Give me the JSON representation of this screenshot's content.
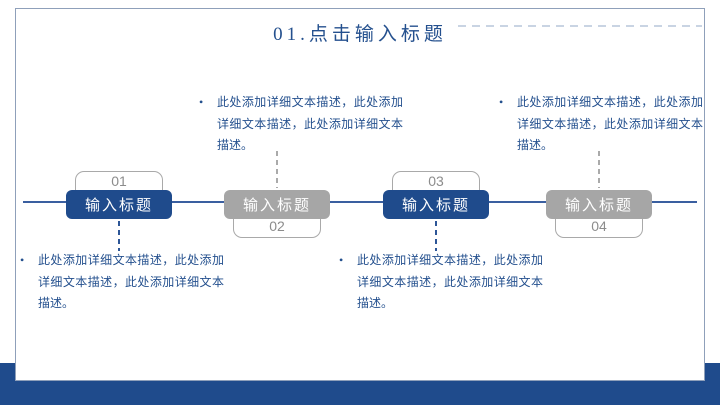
{
  "slide": {
    "title": "01.点击输入标题",
    "bullet": "•"
  },
  "colors": {
    "primary_blue": "#1f4b8c",
    "text_blue": "#24508e",
    "gray_box": "#a6a6a6",
    "panel_border": "#8fa0ba",
    "timeline_line": "#3a5fa0",
    "num_gray": "#8c8c8c",
    "num_border": "#a9a9a9",
    "dash_deco": "#c9d4e3"
  },
  "timeline": {
    "items": [
      {
        "number": "01",
        "label": "输入标题"
      },
      {
        "number": "02",
        "label": "输入标题"
      },
      {
        "number": "03",
        "label": "输入标题"
      },
      {
        "number": "04",
        "label": "输入标题"
      }
    ]
  },
  "descriptions": [
    "此处添加详细文本描述，此处添加详细文本描述，此处添加详细文本描述。",
    "此处添加详细文本描述，此处添加详细文本描述，此处添加详细文本描述。",
    "此处添加详细文本描述，此处添加详细文本描述，此处添加详细文本描述。",
    "此处添加详细文本描述，此处添加详细文本描述，此处添加详细文本描述。"
  ]
}
